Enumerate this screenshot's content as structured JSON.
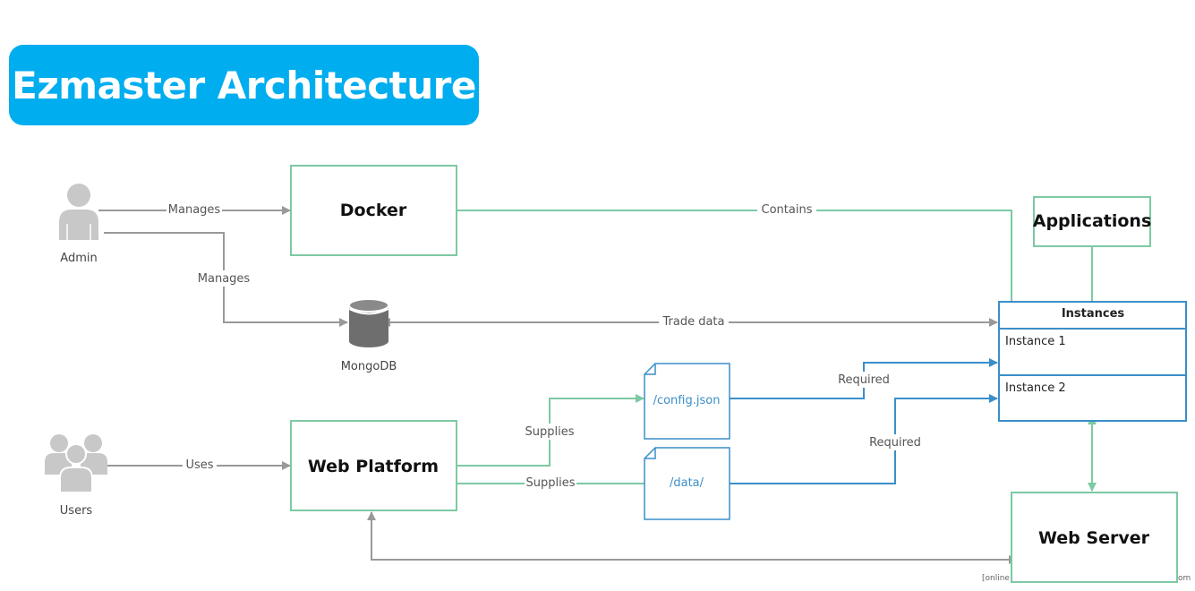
{
  "title": "Ezmaster Architecture",
  "colors": {
    "banner": "#00adef",
    "green": "#7dc9a3",
    "blue": "#3a8fc8",
    "gray": "#999999",
    "icon": "#c8c8c8"
  },
  "actors": {
    "admin": "Admin",
    "users": "Users"
  },
  "nodes": {
    "docker": "Docker",
    "applications": "Applications",
    "web_platform": "Web Platform",
    "web_server": "Web Server",
    "mongodb": "MongoDB"
  },
  "instances": {
    "header": "Instances",
    "rows": [
      "Instance 1",
      "Instance 2"
    ]
  },
  "files": {
    "config": "/config.json",
    "data": "/data/"
  },
  "edges": {
    "admin_docker": "Manages",
    "admin_mongo": "Manages",
    "docker_contains": "Contains",
    "trade_data": "Trade data",
    "users_uses": "Uses",
    "supplies_config": "Supplies",
    "supplies_data": "Supplies",
    "required_1": "Required",
    "required_2": "Required"
  },
  "watermark": {
    "left": "[online",
    "right": "om"
  }
}
